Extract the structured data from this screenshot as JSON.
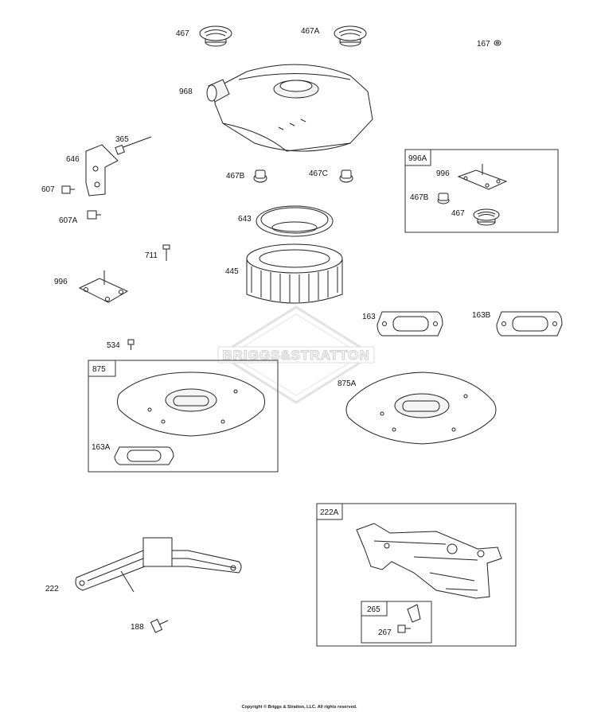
{
  "labels": {
    "l467": "467",
    "l467A": "467A",
    "l167": "167",
    "l968": "968",
    "l365": "365",
    "l646": "646",
    "l607": "607",
    "l607A": "607A",
    "l467B": "467B",
    "l467C": "467C",
    "l643": "643",
    "l711": "711",
    "l445": "445",
    "l996": "996",
    "l534": "534",
    "l163": "163",
    "l163B": "163B",
    "l875": "875",
    "l875A": "875A",
    "l163A": "163A",
    "l222": "222",
    "l222A": "222A",
    "l188": "188",
    "l265": "265",
    "l267": "267",
    "kit996A_title": "996A",
    "kit996A_996": "996",
    "kit996A_467B": "467B",
    "kit996A_467": "467"
  },
  "watermark": "BRIGGS&STRATTON",
  "copyright": "Copyright © Briggs & Stratton, LLC. All rights reserved."
}
